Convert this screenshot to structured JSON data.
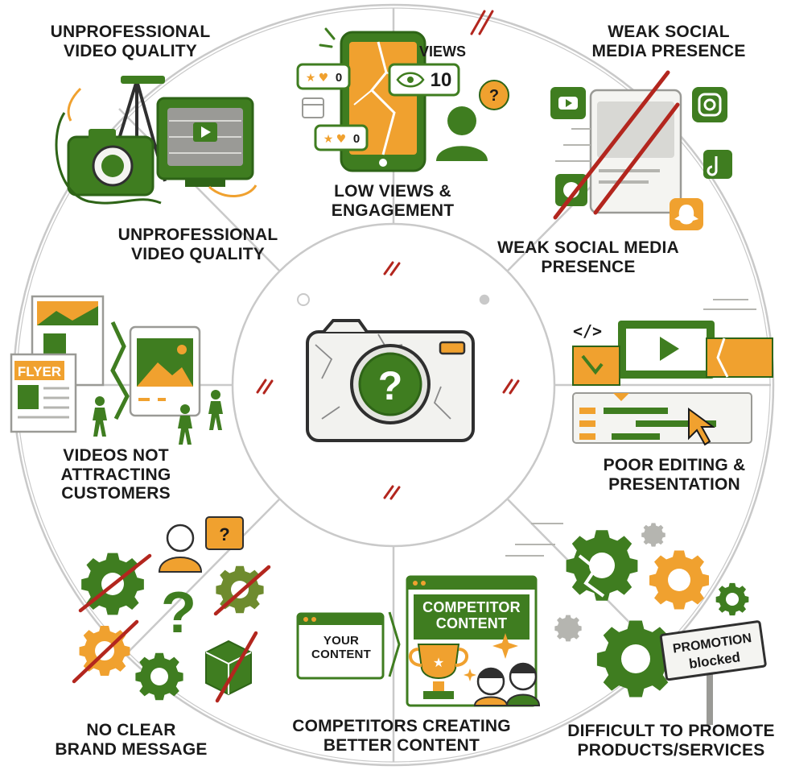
{
  "palette": {
    "green": "#3f7d20",
    "dark_green": "#2e6417",
    "orange": "#f0a12f",
    "red": "#b3261e",
    "gray": "#c9c9c9",
    "panel": "#f4f4f1",
    "text": "#1a1a1a"
  },
  "labels": {
    "unprofessional_quality_top": "UNPROFESSIONAL\nVIDEO QUALITY",
    "unprofessional_quality_bottom": "UNPROFESSIONAL\nVIDEO QUALITY",
    "low_views": "LOW VIEWS &\nENGAGEMENT",
    "weak_social_top": "WEAK SOCIAL\nMEDIA PRESENCE",
    "weak_social_bottom": "WEAK SOCIAL MEDIA\nPRESENCE",
    "videos_not_attracting": "VIDEOS NOT\nATTRACTING\nCUSTOMERS",
    "poor_editing": "POOR EDITING &\nPRESENTATION",
    "no_clear_brand": "NO CLEAR\nBRAND MESSAGE",
    "competitors_better": "COMPETITORS CREATING\nBETTER CONTENT",
    "difficult_promote": "DIFFICULT TO PROMOTE\nPRODUCTS/SERVICES"
  },
  "phone": {
    "views_label": "VIEWS",
    "views_count": "10",
    "reaction_count_top": "0",
    "reaction_count_bottom": "0"
  },
  "flyer": {
    "tag": "FLYER"
  },
  "content_cards": {
    "yours": "YOUR\nCONTENT",
    "competitor": "COMPETITOR\nCONTENT"
  },
  "sign": {
    "line1": "PROMOTION",
    "line2": "blocked"
  },
  "icons": [
    "camera-question-icon",
    "tripod-camera-icon",
    "crt-monitor-play-icon",
    "cracked-phone-icon",
    "eye-icon",
    "user-icon",
    "question-bubble-icon",
    "youtube-icon",
    "instagram-icon",
    "snapchat-icon",
    "tiktok-icon",
    "flyer-icon",
    "image-card-icon",
    "walking-person-icon",
    "film-strip-icon",
    "timeline-icon",
    "cursor-icon",
    "gear-icon",
    "question-mark-icon",
    "box-icon",
    "trophy-icon",
    "sparkle-icon",
    "signpost-icon"
  ]
}
